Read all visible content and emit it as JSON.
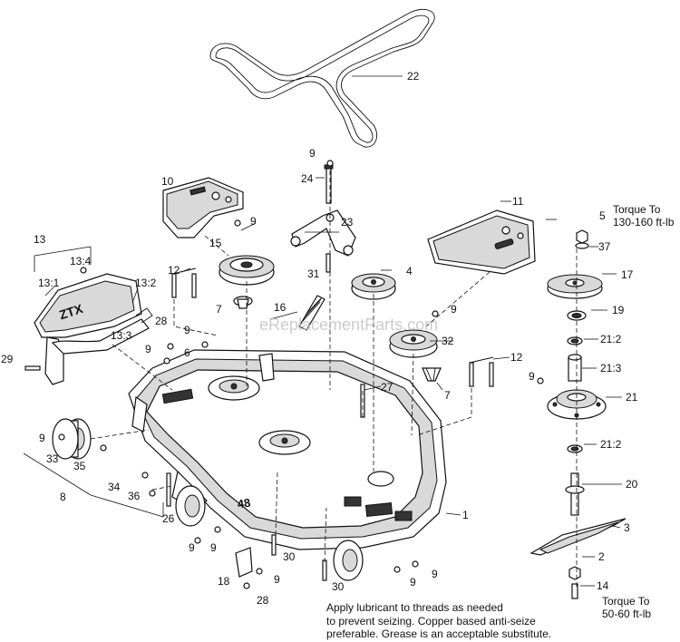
{
  "watermark": "eReplacementParts.com",
  "callouts": [
    {
      "id": "c22",
      "text": "22"
    },
    {
      "id": "c9a",
      "text": "9"
    },
    {
      "id": "c24",
      "text": "24"
    },
    {
      "id": "c10",
      "text": "10"
    },
    {
      "id": "c11",
      "text": "11"
    },
    {
      "id": "c9b",
      "text": "9"
    },
    {
      "id": "c23",
      "text": "23"
    },
    {
      "id": "c5",
      "text": "5"
    },
    {
      "id": "c15",
      "text": "15"
    },
    {
      "id": "c37",
      "text": "37"
    },
    {
      "id": "c13",
      "text": "13"
    },
    {
      "id": "c13_4",
      "text": "13:4"
    },
    {
      "id": "c12a",
      "text": "12"
    },
    {
      "id": "c31",
      "text": "31"
    },
    {
      "id": "c4",
      "text": "4"
    },
    {
      "id": "c17",
      "text": "17"
    },
    {
      "id": "c13_1",
      "text": "13:1"
    },
    {
      "id": "c13_2",
      "text": "13:2"
    },
    {
      "id": "c7a",
      "text": "7"
    },
    {
      "id": "c16",
      "text": "16"
    },
    {
      "id": "c9c",
      "text": "9"
    },
    {
      "id": "c19",
      "text": "19"
    },
    {
      "id": "c28a",
      "text": "28"
    },
    {
      "id": "c9d",
      "text": "9"
    },
    {
      "id": "c13_3",
      "text": "13:3"
    },
    {
      "id": "c32",
      "text": "32"
    },
    {
      "id": "c21_2a",
      "text": "21:2"
    },
    {
      "id": "c9e",
      "text": "9"
    },
    {
      "id": "c6",
      "text": "6"
    },
    {
      "id": "c29",
      "text": "29"
    },
    {
      "id": "c12b",
      "text": "12"
    },
    {
      "id": "c21_3",
      "text": "21:3"
    },
    {
      "id": "c9f",
      "text": "9"
    },
    {
      "id": "c27",
      "text": "27"
    },
    {
      "id": "c7b",
      "text": "7"
    },
    {
      "id": "c21",
      "text": "21"
    },
    {
      "id": "c9g",
      "text": "9"
    },
    {
      "id": "c21_2b",
      "text": "21:2"
    },
    {
      "id": "c33",
      "text": "33"
    },
    {
      "id": "c35",
      "text": "35"
    },
    {
      "id": "c34",
      "text": "34"
    },
    {
      "id": "c36",
      "text": "36"
    },
    {
      "id": "c20",
      "text": "20"
    },
    {
      "id": "c8",
      "text": "8"
    },
    {
      "id": "c26",
      "text": "26"
    },
    {
      "id": "c1",
      "text": "1"
    },
    {
      "id": "c3",
      "text": "3"
    },
    {
      "id": "c9h",
      "text": "9"
    },
    {
      "id": "c9i",
      "text": "9"
    },
    {
      "id": "c30a",
      "text": "30"
    },
    {
      "id": "c2",
      "text": "2"
    },
    {
      "id": "c18",
      "text": "18"
    },
    {
      "id": "c9j",
      "text": "9"
    },
    {
      "id": "c28b",
      "text": "28"
    },
    {
      "id": "c30b",
      "text": "30"
    },
    {
      "id": "c9k",
      "text": "9"
    },
    {
      "id": "c9l",
      "text": "9"
    },
    {
      "id": "c14",
      "text": "14"
    }
  ],
  "torque_top": {
    "line1": "Torque To",
    "line2": "130-160 ft-lb"
  },
  "torque_bottom": {
    "line1": "Torque To",
    "line2": "50-60 ft-lb"
  },
  "note": {
    "line1": "Apply lubricant to threads as needed",
    "line2": "to prevent seizing. Copper based anti-seize",
    "line3": "preferable. Grease is an acceptable substitute."
  }
}
